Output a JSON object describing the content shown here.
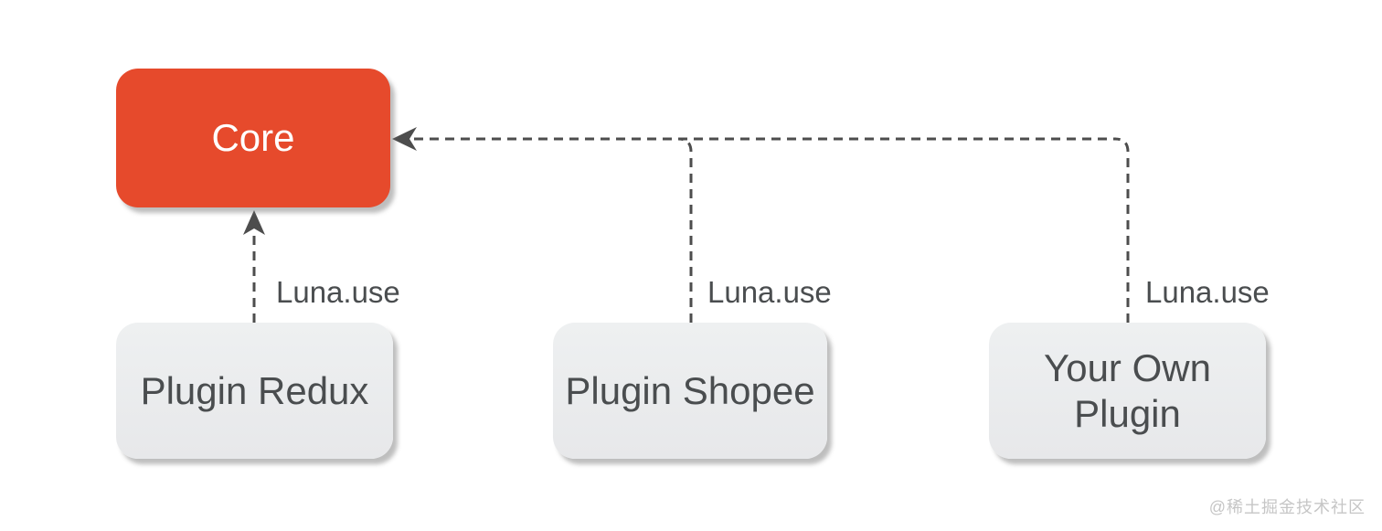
{
  "diagram": {
    "nodes": [
      {
        "id": "core",
        "label": "Core"
      },
      {
        "id": "plugin-redux",
        "label": "Plugin Redux"
      },
      {
        "id": "plugin-shopee",
        "label": "Plugin Shopee"
      },
      {
        "id": "your-own-plugin",
        "label": "Your Own Plugin"
      }
    ],
    "edges": [
      {
        "from": "plugin-redux",
        "to": "core",
        "label": "Luna.use",
        "style": "dashed-arrow"
      },
      {
        "from": "plugin-shopee",
        "to": "core",
        "label": "Luna.use",
        "style": "dashed-arrow"
      },
      {
        "from": "your-own-plugin",
        "to": "core",
        "label": "Luna.use",
        "style": "dashed-arrow"
      }
    ],
    "colors": {
      "core_fill": "#e64a2c",
      "core_text": "#ffffff",
      "plugin_fill": "#eaebec",
      "plugin_text": "#4a4d4f",
      "line": "#4d4d4d",
      "background": "#ffffff"
    }
  },
  "watermark": {
    "label": "@稀土掘金技术社区"
  }
}
